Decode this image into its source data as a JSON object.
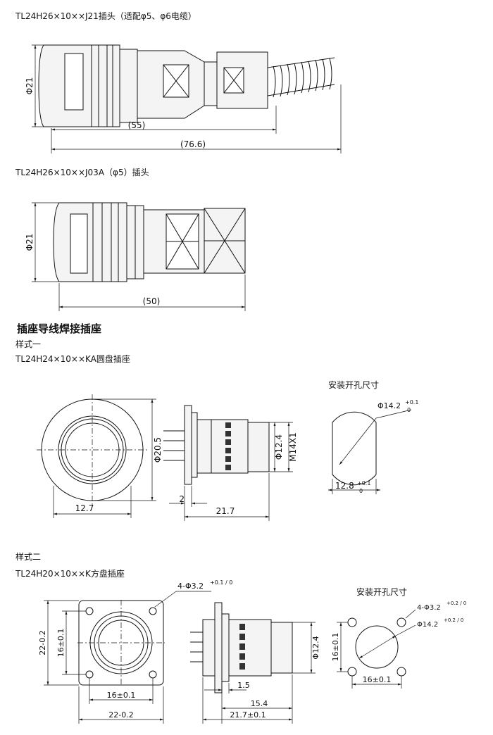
{
  "plug1": {
    "title": "TL24H26×10××J21插头（适配φ5、φ6电缆）",
    "dim_diameter": "Φ21",
    "dim_inner": "(55)",
    "dim_total": "(76.6)"
  },
  "plug2": {
    "title": "TL24H26×10××J03A（φ5）插头",
    "dim_diameter": "Φ21",
    "dim_total": "(50)"
  },
  "section": {
    "heading": "插座导线焊接插座"
  },
  "style1": {
    "label": "样式一",
    "title": "TL24H24×10××KA圆盘插座",
    "mount_label": "安装开孔尺寸",
    "dim_flange": "Φ20.5",
    "dim_width": "12.7",
    "dim_body": "Φ12.4",
    "dim_thread": "M14X1",
    "dim_thick": "2",
    "dim_length": "21.7",
    "hole_dia": "Φ14.2",
    "hole_dia_tol_upper": "+0.1",
    "hole_dia_tol_lower": "0",
    "hole_flat": "12.8",
    "hole_flat_tol_upper": "+0.1",
    "hole_flat_tol_lower": "0"
  },
  "style2": {
    "label": "样式二",
    "title": "TL24H20×10××K方盘插座",
    "mount_label": "安装开孔尺寸",
    "dim_holes": "4-Φ3.2",
    "dim_holes_tol": "+0.1 / 0",
    "dim_flange_v": "22-0.2",
    "dim_pitch_v": "16±0.1",
    "dim_pitch_h": "16±0.1",
    "dim_flange_h": "22-0.2",
    "dim_body": "Φ12.4",
    "dim_thick": "1.5",
    "dim_body_len": "15.4",
    "dim_length": "21.7±0.1",
    "mount_holes": "4-Φ3.2",
    "mount_holes_tol": "+0.2 / 0",
    "mount_dia": "Φ14.2",
    "mount_dia_tol": "+0.2 / 0",
    "mount_pitch_v": "16±0.1",
    "mount_pitch_h": "16±0.1"
  }
}
